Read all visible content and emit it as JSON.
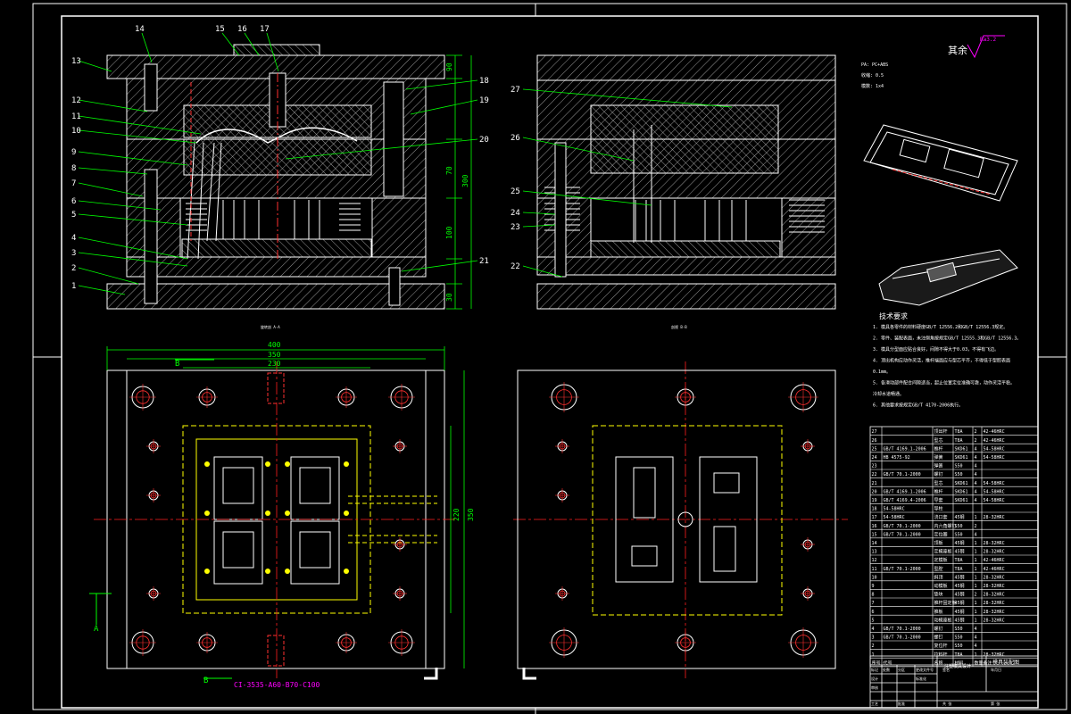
{
  "colors": {
    "background": "#000000",
    "frame": "#ffffff",
    "part_lines": "#ffffff",
    "leader": "#00ff00",
    "centerline": "#ff2020",
    "dimension": "#00ff00",
    "hidden": "#ffff00",
    "magenta": "#ff00ff",
    "cyan": "#00ffff"
  },
  "section_labels": {
    "front_labels": [
      "1",
      "2",
      "3",
      "4",
      "5",
      "6",
      "7",
      "8",
      "9",
      "10",
      "11",
      "12",
      "13"
    ],
    "top_labels": [
      "14",
      "15",
      "16",
      "17"
    ],
    "right_labels": [
      "18",
      "19",
      "20",
      "21"
    ],
    "side_labels": [
      "22",
      "23",
      "24",
      "25",
      "26",
      "27"
    ]
  },
  "dimensions": {
    "plan_width": "400",
    "plan_width2": "350",
    "plan_width3": "230",
    "plan_height": "350",
    "plan_height2": "220",
    "sec_h1": "90",
    "sec_h2": "70",
    "sec_h3": "300",
    "sec_h4": "100",
    "sec_h5": "30"
  },
  "markers": {
    "a": "A",
    "b": "B"
  },
  "surface_symbol": {
    "label": "其余",
    "value": "Ra3.2"
  },
  "mold_code": "CI-3535-A60-B70-C100",
  "notes": {
    "line1": "PA: PC+ABS",
    "line2": "收缩: 0.5",
    "line3": "模数: 1x4"
  },
  "bom_rows": [
    [
      "27",
      "",
      "顶出杆",
      "T8A",
      "2",
      "42-46HRC"
    ],
    [
      "26",
      "",
      "型芯",
      "T8A",
      "2",
      "42-46HRC"
    ],
    [
      "25",
      "GB/T 4169.1-2006",
      "推杆",
      "SKD61",
      "4",
      "54-58HRC"
    ],
    [
      "24",
      "HB 4575-92",
      "弹簧",
      "SKD61",
      "4",
      "54-58HRC"
    ],
    [
      "23",
      "",
      "弹簧",
      "S50",
      "4",
      ""
    ],
    [
      "22",
      "GB/T 70.1-2000",
      "螺钉",
      "S50",
      "4",
      ""
    ],
    [
      "21",
      "",
      "型芯",
      "SKD61",
      "4",
      "54-58HRC"
    ],
    [
      "20",
      "GB/T 4169.1-2006",
      "推杆",
      "SKD61",
      "4",
      "54-58HRC"
    ],
    [
      "19",
      "GB/T 4169.4-2006",
      "导套",
      "SKD61",
      "4",
      "54-58HRC"
    ],
    [
      "18",
      "54-58HRC",
      "导柱",
      "",
      "",
      ""
    ],
    [
      "17",
      "54-58HRC",
      "浇口套",
      "45钢",
      "1",
      "28-32HRC"
    ],
    [
      "16",
      "GB/T 70.1-2000",
      "内六角螺钉",
      "S50",
      "2",
      ""
    ],
    [
      "15",
      "GB/T 70.1-2000",
      "定位圈",
      "S50",
      "4",
      ""
    ],
    [
      "14",
      "",
      "顶板",
      "45钢",
      "1",
      "28-32HRC"
    ],
    [
      "13",
      "",
      "定模座板",
      "45钢",
      "1",
      "28-32HRC"
    ],
    [
      "12",
      "",
      "定模板",
      "T8A",
      "1",
      "42-46HRC"
    ],
    [
      "11",
      "GB/T 70.1-2000",
      "型腔",
      "T8A",
      "1",
      "42-46HRC"
    ],
    [
      "10",
      "",
      "斜顶",
      "45钢",
      "1",
      "28-32HRC"
    ],
    [
      "9",
      "",
      "动模板",
      "45钢",
      "1",
      "28-32HRC"
    ],
    [
      "8",
      "",
      "垫块",
      "45钢",
      "2",
      "28-32HRC"
    ],
    [
      "7",
      "",
      "推杆固定板",
      "45钢",
      "1",
      "28-32HRC"
    ],
    [
      "6",
      "",
      "推板",
      "45钢",
      "1",
      "28-32HRC"
    ],
    [
      "5",
      "",
      "动模座板",
      "45钢",
      "1",
      "28-32HRC"
    ],
    [
      "4",
      "GB/T 70.1-2000",
      "螺钉",
      "S50",
      "4",
      ""
    ],
    [
      "3",
      "GB/T 70.1-2000",
      "螺钉",
      "S50",
      "4",
      ""
    ],
    [
      "2",
      "",
      "复位杆",
      "S50",
      "4",
      ""
    ],
    [
      "1",
      "",
      "拉料杆",
      "T8A",
      "1",
      "28-32HRC"
    ]
  ],
  "bom_header": [
    "序号",
    "代号",
    "名称",
    "材料",
    "数量",
    "备注"
  ],
  "title_block": {
    "title": "模具装配图",
    "sub": "注塑模具设计",
    "r1": [
      "标记",
      "处数",
      "分区",
      "更改文件号",
      "签名",
      "年月日"
    ],
    "r2": [
      "设计",
      "",
      "",
      "标准化",
      "",
      ""
    ],
    "r3": [
      "审核",
      "",
      "",
      "",
      "",
      ""
    ],
    "r4": [
      "工艺",
      "",
      "批准",
      "",
      "共 张",
      "第 张"
    ]
  },
  "tech_notes_title": "技术要求",
  "tech_notes": [
    "1. 模具各零件的材料硬度GB/T 12556.2和GB/T 12556.3规定。",
    "2. 零件、装配表面，未注倒角按规定GB/T 12555.3和GB/T 12556.3。",
    "3. 模具分型面应贴合良好，间隙不得大于0.03，不得有飞边。",
    "4. 顶出机构应动作灵活，推杆端面应与型芯平齐，不得低于型腔表面",
    "   0.1mm。",
    "5. 各滑动部件配合间隙适当，起止位置定位准确可靠，动作灵活平稳。",
    "   冷却水道畅通。",
    "6. 其他要求按规定GB/T 4170-2006执行。"
  ],
  "view_captions": {
    "left": "旋转剖 A-A",
    "right": "剖视 B-B"
  }
}
